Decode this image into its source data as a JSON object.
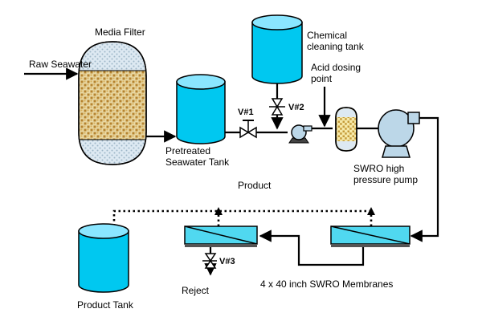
{
  "labels": {
    "media_filter": "Media Filter",
    "raw_seawater": "Raw Seawater",
    "chemical_tank_line1": "Chemical",
    "chemical_tank_line2": "cleaning tank",
    "acid_line1": "Acid dosing",
    "acid_line2": "point",
    "v1": "V#1",
    "v2": "V#2",
    "v3": "V#3",
    "pretreated_line1": "Pretreated",
    "pretreated_line2": "Seawater Tank",
    "pump_line1": "SWRO high",
    "pump_line2": "pressure pump",
    "product": "Product",
    "reject": "Reject",
    "membranes": "4 x 40 inch SWRO Membranes",
    "product_tank": "Product Tank"
  },
  "colors": {
    "tank_fill": "#00c8f0",
    "tank_top": "#8ae6ff",
    "filter_media": "#c9a24a",
    "filter_end": "#cfe3f2",
    "pump_body": "#bcd7e8",
    "membrane_fill": "#50d8f0",
    "line": "#000000"
  },
  "icons": [
    "gate-valve-icon",
    "booster-pump-icon",
    "cartridge-filter-icon",
    "high-pressure-pump-icon"
  ]
}
